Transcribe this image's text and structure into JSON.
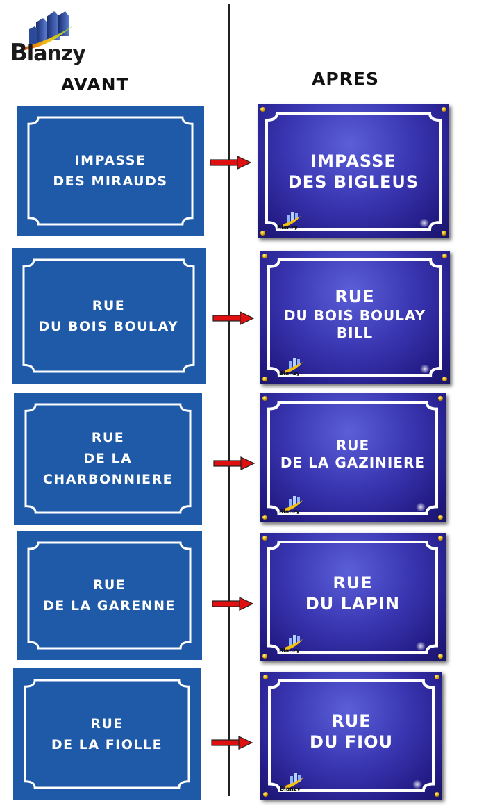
{
  "logo": {
    "first_letter": "B",
    "rest": "lanzy"
  },
  "headers": {
    "before": "AVANT",
    "after": "APRES"
  },
  "signs": [
    {
      "before": [
        "IMPASSE",
        "DES MIRAUDS"
      ],
      "after": [
        "IMPASSE",
        "DES  BIGLEUS"
      ]
    },
    {
      "before": [
        "RUE",
        "DU BOIS BOULAY"
      ],
      "after": [
        "RUE",
        "DU BOIS BOULAY",
        "BILL"
      ]
    },
    {
      "before": [
        "RUE",
        "DE LA",
        "CHARBONNIERE"
      ],
      "after": [
        "RUE",
        "DE LA GAZINIERE"
      ]
    },
    {
      "before": [
        "RUE",
        "DE LA GARENNE"
      ],
      "after": [
        "RUE",
        "DU  LAPIN"
      ]
    },
    {
      "before": [
        "RUE",
        "DE LA FIOLLE"
      ],
      "after": [
        "RUE",
        "DU  FIOU"
      ]
    }
  ],
  "mini_logo_text": "Blanzy",
  "colors": {
    "old_sign_blue": "#1f5aa8",
    "new_sign_blue": "#2e2898",
    "arrow_red": "#e01010"
  }
}
